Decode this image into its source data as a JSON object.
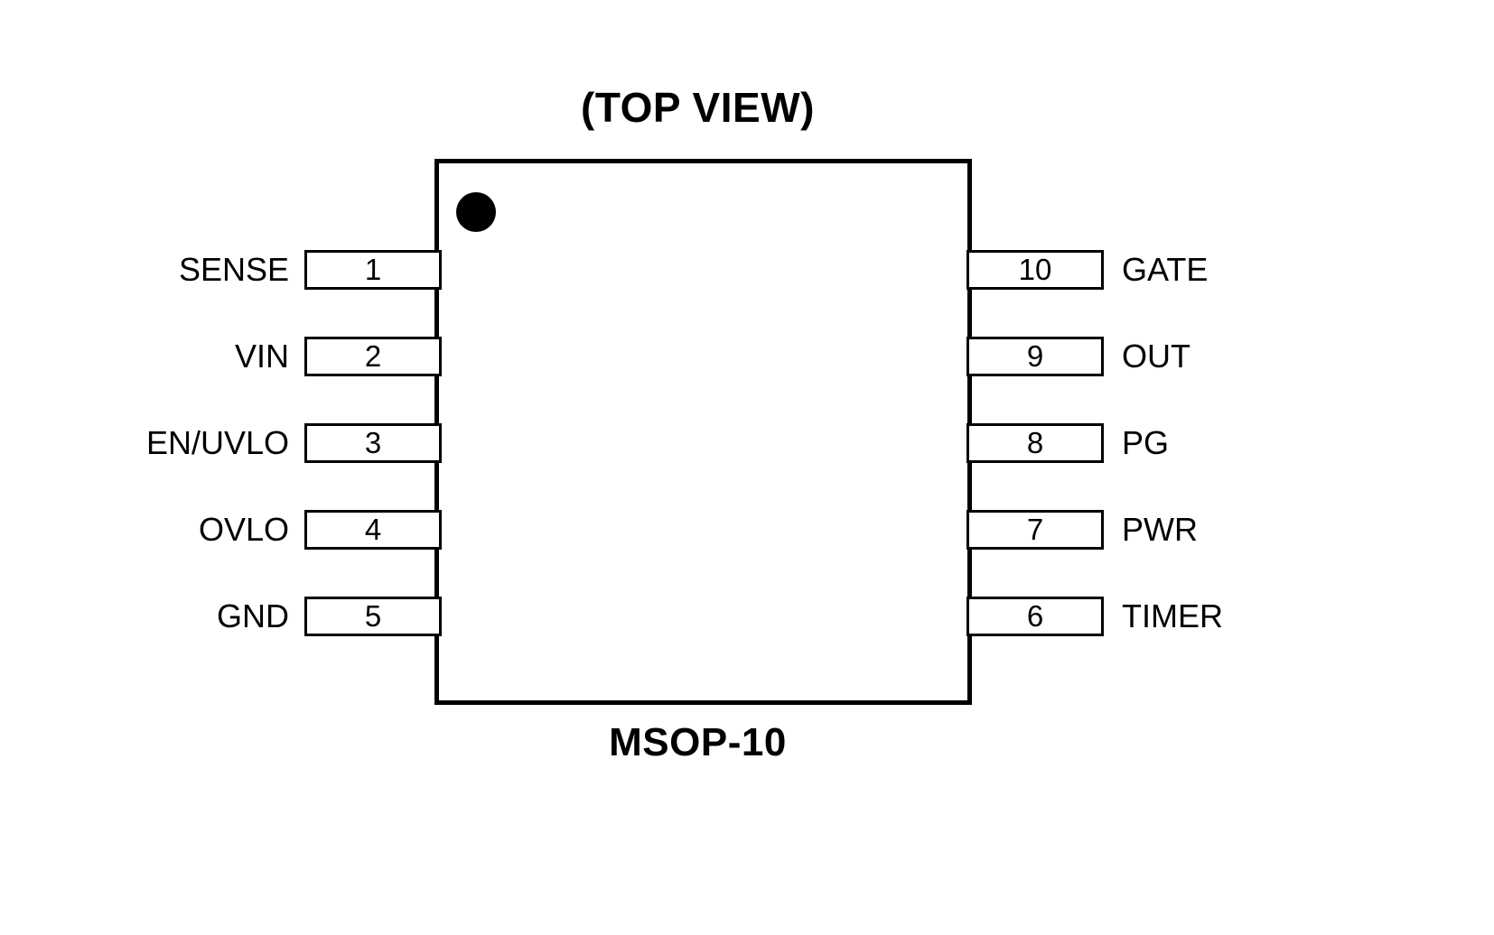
{
  "diagram": {
    "title": "(TOP VIEW)",
    "package_caption": "MSOP-10",
    "polarity_marker": "pin1-dot",
    "colors": {
      "ink": "#000000",
      "background": "#ffffff"
    },
    "pins_left": [
      {
        "number": "1",
        "name": "SENSE"
      },
      {
        "number": "2",
        "name": "VIN"
      },
      {
        "number": "3",
        "name": "EN/UVLO"
      },
      {
        "number": "4",
        "name": "OVLO"
      },
      {
        "number": "5",
        "name": "GND"
      }
    ],
    "pins_right": [
      {
        "number": "10",
        "name": "GATE"
      },
      {
        "number": "9",
        "name": "OUT"
      },
      {
        "number": "8",
        "name": "PG"
      },
      {
        "number": "7",
        "name": "PWR"
      },
      {
        "number": "6",
        "name": "TIMER"
      }
    ]
  }
}
